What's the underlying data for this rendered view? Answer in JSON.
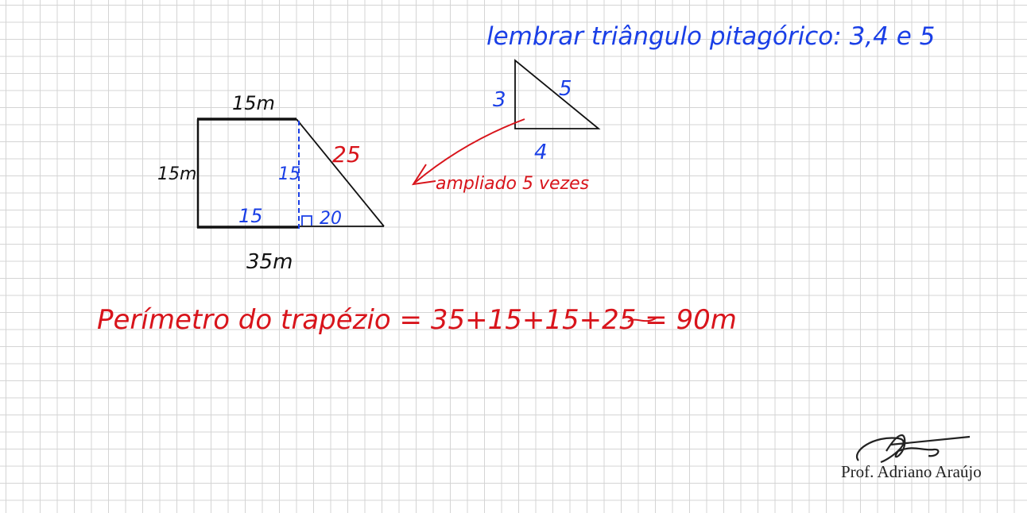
{
  "notes": {
    "reminder": "lembrar triângulo pitagórico: 3,4 e 5",
    "enlarged": "ampliado 5 vezes",
    "perimeter": "Perímetro do trapézio = 35+15+15+25 = 90m"
  },
  "trapezoid": {
    "top_label": "15m",
    "left_label": "15m",
    "bottom_label": "35m",
    "hypotenuse_label": "25",
    "height_label": "15",
    "square_bottom_label": "15",
    "triangle_base_label": "20",
    "right_angle_mark": "⊡"
  },
  "small_triangle": {
    "leg_vertical": "3",
    "leg_horizontal": "4",
    "hypotenuse": "5"
  },
  "credit": {
    "name": "Prof. Adriano Araújo"
  },
  "colors": {
    "black_ink": "#111111",
    "blue_ink": "#1a3fe6",
    "red_ink": "#d8141b",
    "grid": "#d4d4d4"
  }
}
